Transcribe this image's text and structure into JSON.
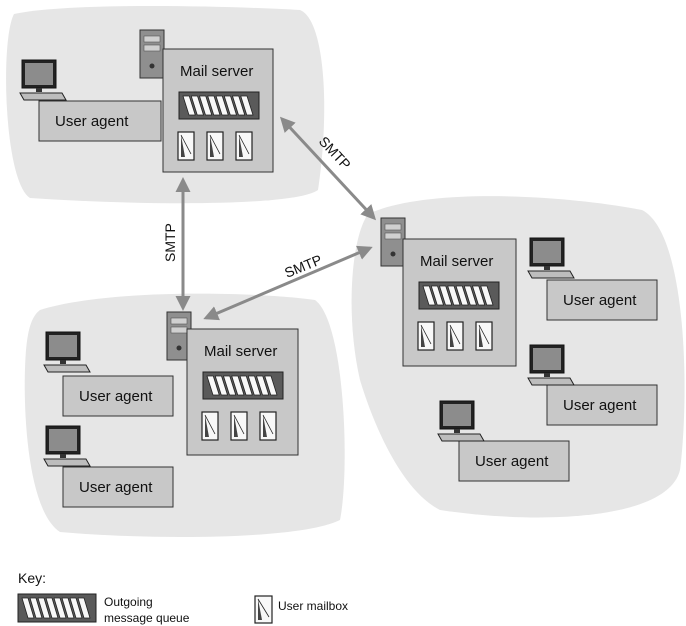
{
  "protocol_label": "SMTP",
  "mail_server_label": "Mail server",
  "user_agent_label": "User agent",
  "key": {
    "title": "Key:",
    "queue_line1": "Outgoing",
    "queue_line2": "message queue",
    "mailbox": "User mailbox"
  },
  "colors": {
    "network_cloud": "#e6e6e6",
    "box_fill": "#c8c8c8",
    "queue_fill": "#5a5a5a",
    "arrow": "#8a8a8a"
  }
}
